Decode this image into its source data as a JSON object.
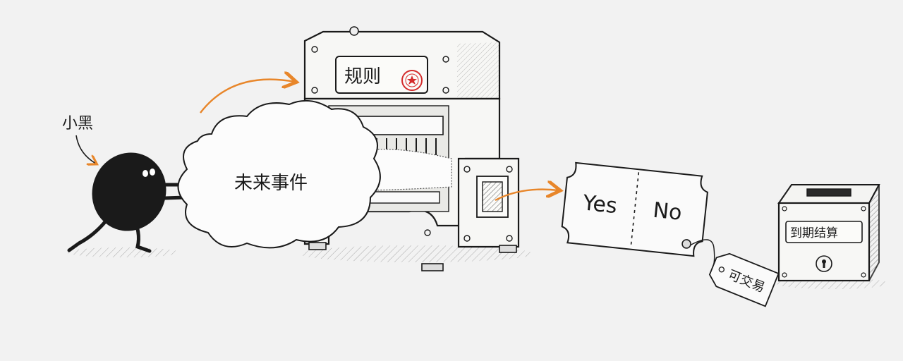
{
  "labels": {
    "character": "小黑",
    "cloud": "未来事件",
    "machine_plate": "规则",
    "ticket_yes": "Yes",
    "ticket_no": "No",
    "tag": "可交易",
    "settlement_box": "到期结算"
  },
  "colors": {
    "background": "#f2f2f2",
    "ink": "#1a1a1a",
    "arrow": "#e8862a",
    "stamp": "#d42b2b",
    "machine_fill": "#f7f7f5",
    "ticket_fill": "#fafafa"
  }
}
